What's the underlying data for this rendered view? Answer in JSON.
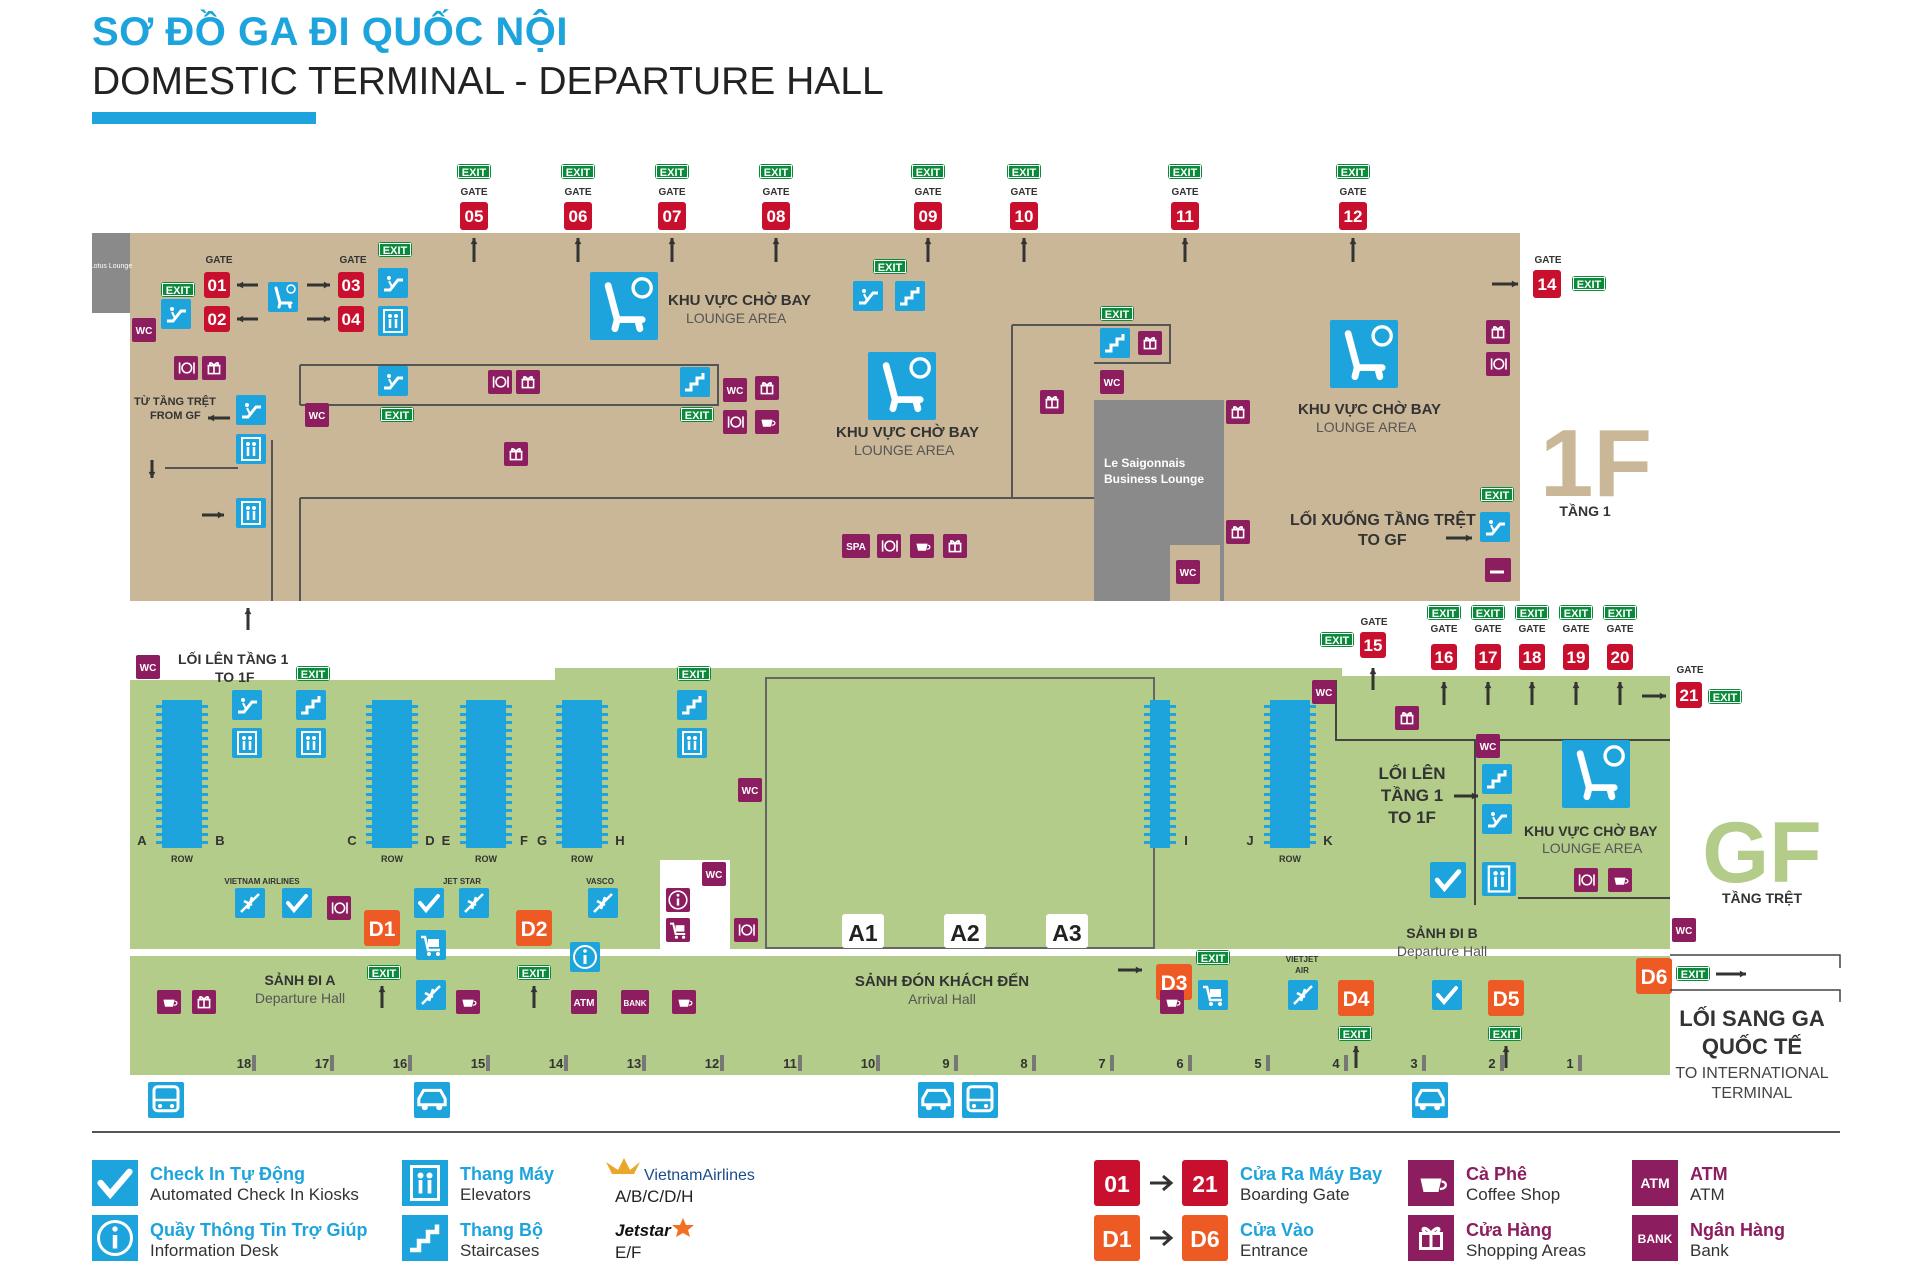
{
  "title_vn": "SƠ ĐỒ GA ĐI QUỐC NỘI",
  "title_en": "DOMESTIC TERMINAL - DEPARTURE HALL",
  "colors": {
    "gate_red": "#c8102e",
    "entrance_orange": "#ee5a24",
    "exit_green": "#0c8a3c",
    "icon_blue": "#1ea4dc",
    "service_purple": "#8c1d5e",
    "floor_1f": "#c9b797",
    "floor_gf": "#b3cc8a",
    "lounge_gray": "#8a8a8a"
  },
  "common": {
    "exit": "EXIT",
    "gate": "GATE",
    "wc": "WC",
    "row": "ROW",
    "atm": "ATM",
    "bank": "BANK",
    "spa": "SPA"
  },
  "floor_1f": {
    "big_label": "1F",
    "sub_label": "TẦNG 1",
    "lotus_lounge": "Lotus Lounge",
    "gates_top": [
      "05",
      "06",
      "07",
      "08",
      "09",
      "10",
      "11",
      "12"
    ],
    "gates_left": [
      "01",
      "02",
      "03",
      "04"
    ],
    "gate_right": "14",
    "lounge_vn": "KHU VỰC CHỜ BAY",
    "lounge_en": "LOUNGE AREA",
    "business_lounge_1": "Le Saigonnais",
    "business_lounge_2": "Business Lounge",
    "from_gf_1": "TỪ TẦNG TRỆT",
    "from_gf_2": "FROM GF",
    "down_gf_1": "LỐI XUỐNG TẦNG TRỆT",
    "down_gf_2": "TO GF"
  },
  "floor_gf": {
    "big_label": "GF",
    "sub_label": "TẦNG TRỆT",
    "up_1f_a_1": "LỐI LÊN TẦNG 1",
    "up_1f_a_2": "TO 1F",
    "up_1f_b_1": "LỐI LÊN",
    "up_1f_b_2": "TẦNG 1",
    "up_1f_b_3": "TO 1F",
    "gates": [
      "15",
      "16",
      "17",
      "18",
      "19",
      "20"
    ],
    "gate_21": "21",
    "entrances": [
      "D1",
      "D2",
      "D3",
      "D4",
      "D5",
      "D6"
    ],
    "row_letters": [
      "A",
      "B",
      "C",
      "D",
      "E",
      "F",
      "G",
      "H",
      "I",
      "J",
      "K"
    ],
    "airline_vn": "VIETNAM AIRLINES",
    "airline_jet": "JET STAR",
    "airline_vasco": "VASCO",
    "airline_vietjet_1": "VIETJET",
    "airline_vietjet_2": "AIR",
    "arrival_pods": [
      "A1",
      "A2",
      "A3"
    ],
    "hall_a_vn": "SẢNH ĐI A",
    "hall_a_en": "Departure Hall",
    "hall_b_vn": "SẢNH ĐI B",
    "hall_b_en": "Departure Hall",
    "arrival_vn": "SẢNH ĐÓN KHÁCH ĐẾN",
    "arrival_en": "Arrival Hall",
    "lounge_vn": "KHU VỰC CHỜ BAY",
    "lounge_en": "LOUNGE AREA",
    "intl_1": "LỐI SANG GA",
    "intl_2": "QUỐC TẾ",
    "intl_3": "TO INTERNATIONAL",
    "intl_4": "TERMINAL",
    "pillars": [
      "18",
      "17",
      "16",
      "15",
      "14",
      "13",
      "12",
      "11",
      "10",
      "9",
      "8",
      "7",
      "6",
      "5",
      "4",
      "3",
      "2",
      "1"
    ]
  },
  "legend": {
    "checkin_vn": "Check In Tự Động",
    "checkin_en": "Automated Check In Kiosks",
    "info_vn": "Quầy Thông Tin Trợ Giúp",
    "info_en": "Information Desk",
    "elevator_vn": "Thang Máy",
    "elevator_en": "Elevators",
    "stairs_vn": "Thang Bộ",
    "stairs_en": "Staircases",
    "vna_name": "VietnamAirlines",
    "vna_rows": "A/B/C/D/H",
    "jetstar_name": "Jetstar",
    "jetstar_rows": "E/F",
    "gate_from": "01",
    "gate_to": "21",
    "gate_vn": "Cửa Ra Máy Bay",
    "gate_en": "Boarding Gate",
    "entrance_from": "D1",
    "entrance_to": "D6",
    "entrance_vn": "Cửa Vào",
    "entrance_en": "Entrance",
    "coffee_vn": "Cà Phê",
    "coffee_en": "Coffee Shop",
    "shop_vn": "Cửa Hàng",
    "shop_en": "Shopping Areas",
    "atm_vn": "ATM",
    "atm_en": "ATM",
    "bank_vn": "Ngân Hàng",
    "bank_en": "Bank"
  }
}
